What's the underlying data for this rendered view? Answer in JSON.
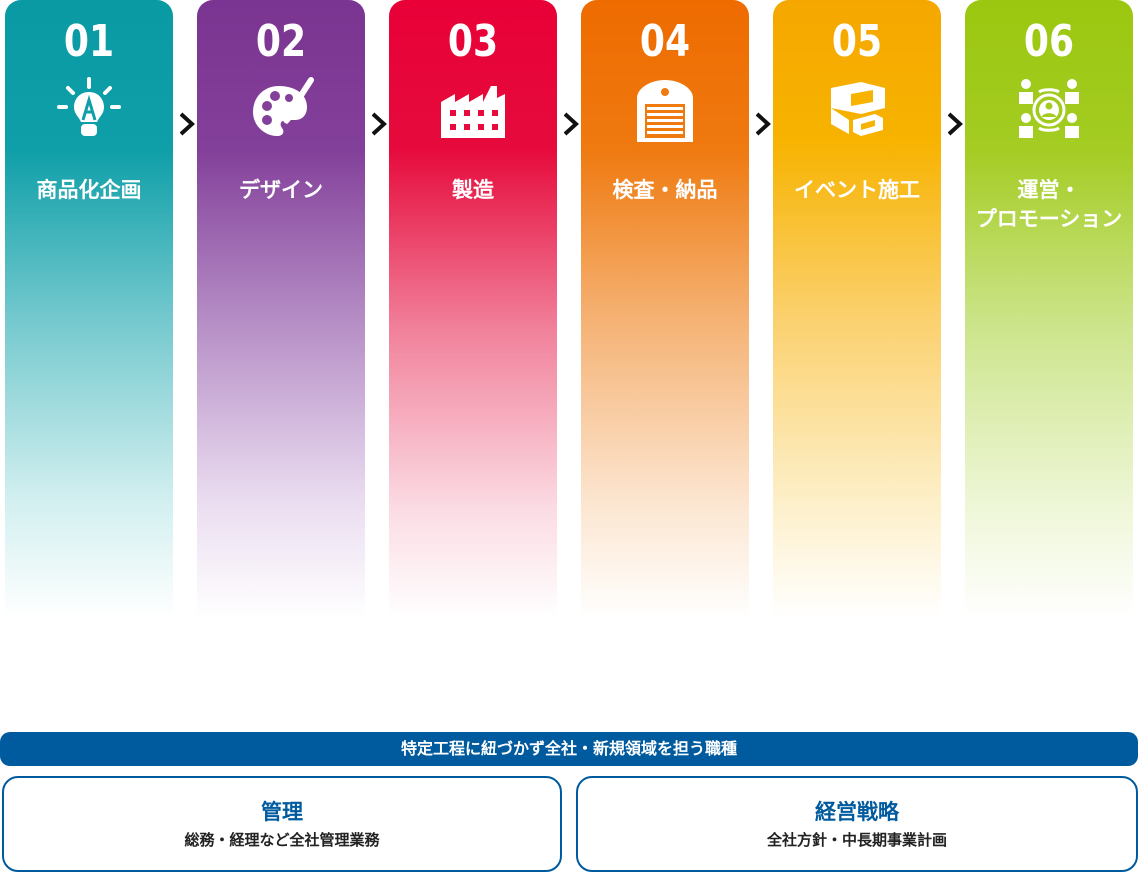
{
  "steps": [
    {
      "number": "01",
      "label": "商品化企画",
      "icon": "lightbulb-icon",
      "color": "#0a9aa4"
    },
    {
      "number": "02",
      "label": "デザイン",
      "icon": "palette-icon",
      "color": "#7a3491"
    },
    {
      "number": "03",
      "label": "製造",
      "icon": "factory-icon",
      "color": "#e80037"
    },
    {
      "number": "04",
      "label": "検査・納品",
      "icon": "warehouse-icon",
      "color": "#ee6b00"
    },
    {
      "number": "05",
      "label": "イベント施工",
      "icon": "booth-icon",
      "color": "#f5a700"
    },
    {
      "number": "06",
      "label": "運営・\nプロモーション",
      "icon": "audience-icon",
      "color": "#9bc70f"
    }
  ],
  "cross_functional": {
    "banner": "特定工程に紐づかず全社・新規領域を担う職種",
    "accent_color": "#005a9e",
    "cards": [
      {
        "title": "管理",
        "description": "総務・経理など全社管理業務"
      },
      {
        "title": "経営戦略",
        "description": "全社方針・中長期事業計画"
      }
    ]
  }
}
